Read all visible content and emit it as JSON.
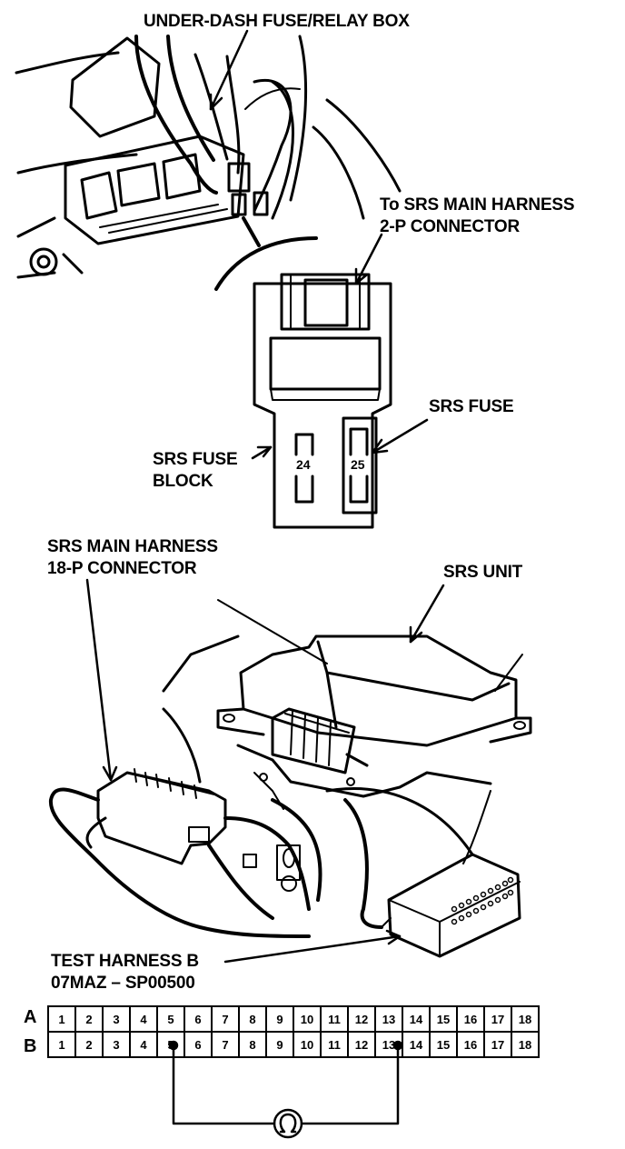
{
  "labels": {
    "fuse_relay_box": "UNDER-DASH FUSE/RELAY BOX",
    "to_harness_line1": "To SRS MAIN HARNESS",
    "to_harness_line2": "2-P CONNECTOR",
    "srs_fuse": "SRS FUSE",
    "fuse_block_line1": "SRS FUSE",
    "fuse_block_line2": "BLOCK",
    "main_harness_line1": "SRS MAIN HARNESS",
    "main_harness_line2": "18-P CONNECTOR",
    "srs_unit": "SRS UNIT",
    "test_harness_line1": "TEST HARNESS B",
    "test_harness_line2": "07MAZ – SP00500"
  },
  "fuses": {
    "left": "24",
    "right": "25"
  },
  "connector": {
    "row_a_label": "A",
    "row_b_label": "B",
    "row_a": [
      "1",
      "2",
      "3",
      "4",
      "5",
      "6",
      "7",
      "8",
      "9",
      "10",
      "11",
      "12",
      "13",
      "14",
      "15",
      "16",
      "17",
      "18"
    ],
    "row_b": [
      "1",
      "2",
      "3",
      "4",
      "5",
      "6",
      "7",
      "8",
      "9",
      "10",
      "11",
      "12",
      "13",
      "14",
      "15",
      "16",
      "17",
      "18"
    ],
    "probe_pins": [
      "5",
      "13"
    ],
    "meter_symbol": "ohmmeter-icon"
  }
}
